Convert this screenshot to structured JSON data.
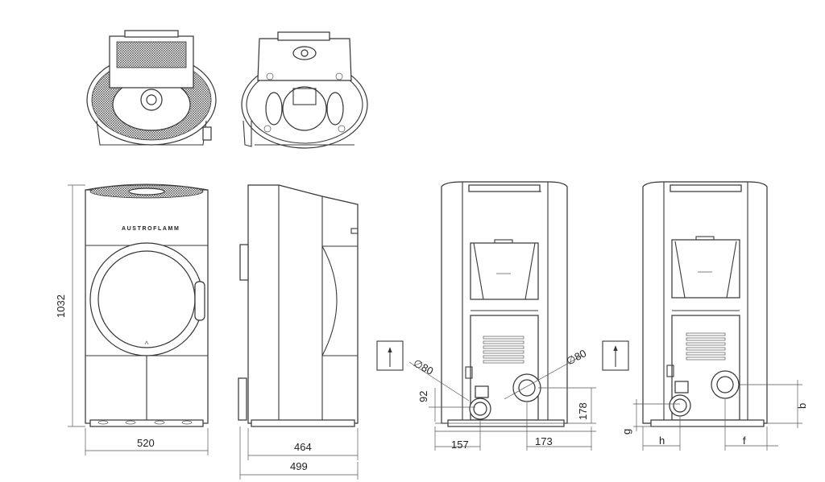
{
  "brand": "AUSTROFLAMM",
  "dimensions": {
    "height": "1032",
    "front_width": "520",
    "depth": "464",
    "depth_total": "499",
    "back_pipe_left_diameter": "∅80",
    "back_pipe_right_diameter": "∅80",
    "back_pipe_left_height": "92",
    "back_pipe_right_height": "178",
    "back_pipe_left_offset": "157",
    "back_pipe_right_offset": "173",
    "var_b": "b",
    "var_f": "f",
    "var_h": "h",
    "var_g": "g"
  },
  "icons": {
    "arrow_left": "up-arrow-icon",
    "arrow_right": "up-arrow-icon"
  }
}
